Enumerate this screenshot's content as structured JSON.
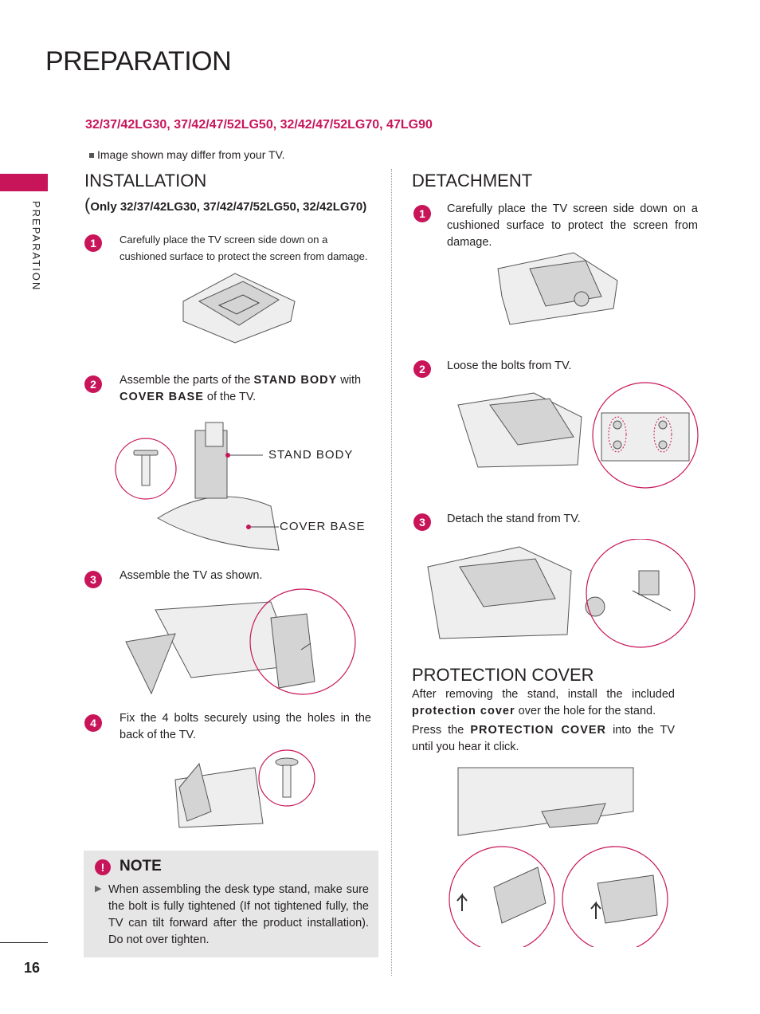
{
  "page": {
    "title": "PREPARATION",
    "models": "32/37/42LG30, 37/42/47/52LG50, 32/42/47/52LG70, 47LG90",
    "image_note": "Image shown may differ from your TV.",
    "side_label": "PREPARATION",
    "page_number": "16"
  },
  "installation": {
    "title": "INSTALLATION",
    "paren_open": "(",
    "subtitle": "Only 32/37/42LG30, 37/42/47/52LG50, 32/42LG70)",
    "steps": [
      {
        "num": "1",
        "text": "Carefully place the TV screen side down on a cushioned surface to protect the screen from damage."
      },
      {
        "num": "2",
        "pre": "Assemble the parts of the ",
        "kw1": "STAND BODY",
        "mid": " with ",
        "kw2": "COVER BASE",
        "post": " of the TV."
      },
      {
        "num": "3",
        "text": "Assemble the TV as shown."
      },
      {
        "num": "4",
        "text": "Fix the 4 bolts securely using the holes in the back of the TV."
      }
    ],
    "callouts": {
      "stand_body": "STAND BODY",
      "cover_base": "COVER BASE"
    }
  },
  "note": {
    "title": "NOTE",
    "icon": "exclamation-icon",
    "bullet": "▶",
    "text": "When assembling the desk type stand, make sure the bolt is fully tightened (If not tightened fully, the TV can tilt forward after the product installation). Do not  over tighten."
  },
  "detachment": {
    "title": "DETACHMENT",
    "steps": [
      {
        "num": "1",
        "text": "Carefully place the TV screen side down on a cushioned surface to protect the screen from damage."
      },
      {
        "num": "2",
        "text": "Loose the bolts from TV."
      },
      {
        "num": "3",
        "text": "Detach the stand from TV."
      }
    ]
  },
  "protection_cover": {
    "title": "PROTECTION COVER",
    "p1_pre": "After removing the stand, install the included ",
    "p1_kw": "protection cover",
    "p1_post": " over the hole for the stand.",
    "p2_pre": "Press the ",
    "p2_kw": "PROTECTION COVER",
    "p2_post": " into the TV until you hear it click."
  },
  "colors": {
    "accent": "#c8155a",
    "note_bg": "#e6e6e6",
    "text": "#231f20"
  }
}
